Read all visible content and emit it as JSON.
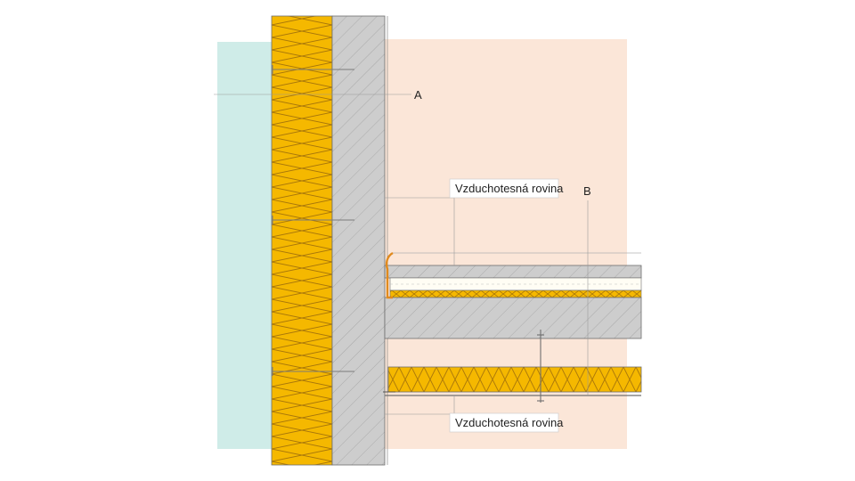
{
  "labels": {
    "point_a": "A",
    "point_b": "B",
    "airtight_upper": "Vzduchotesná rovina",
    "airtight_lower": "Vzduchotesná rovina"
  },
  "colors": {
    "exterior": "#cfece8",
    "interior": "#fbe6d8",
    "insulation": "#f5b800",
    "insulation_wave": "#a8760a",
    "concrete": "#cdcdcd",
    "hatch": "#9b9b9b",
    "outline": "#6f6f6f",
    "airtight_membrane": "#e08a1e"
  }
}
